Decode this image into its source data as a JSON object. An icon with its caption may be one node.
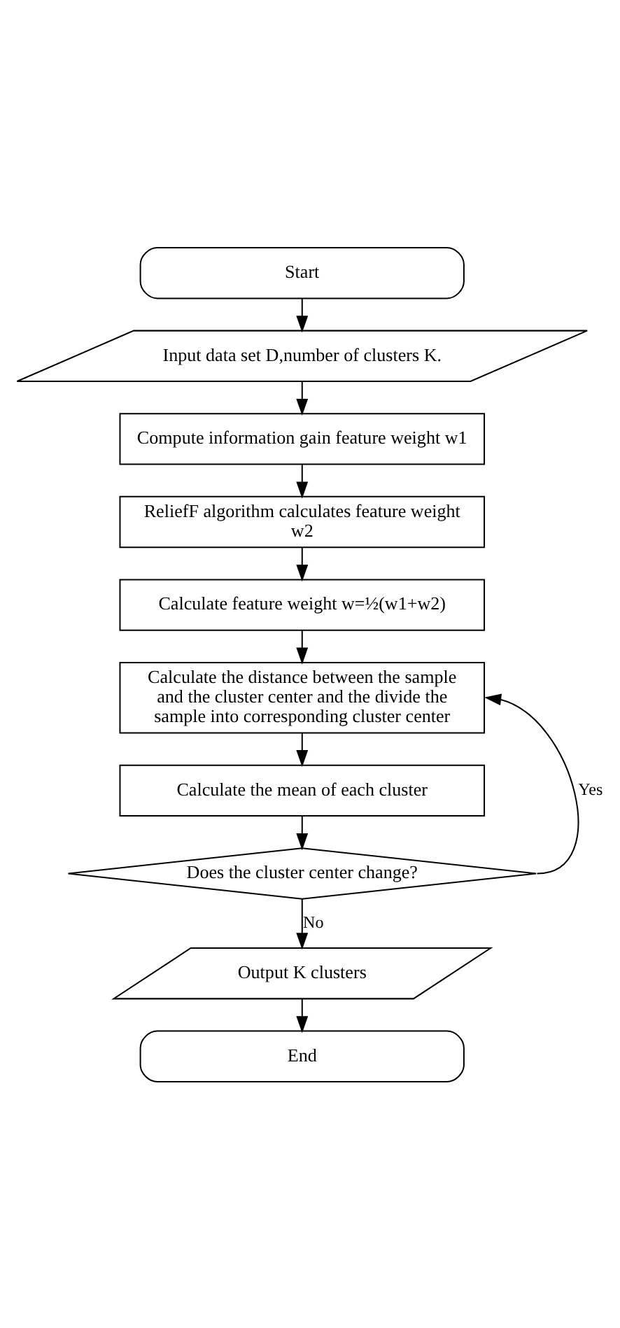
{
  "diagram": {
    "nodes": [
      {
        "text": [
          "Start"
        ]
      },
      {
        "text": [
          "Input data set D,number of clusters K."
        ]
      },
      {
        "text": [
          "Compute information gain feature weight w1"
        ]
      },
      {
        "text": [
          "ReliefF algorithm calculates feature weight w2"
        ]
      },
      {
        "text": [
          "Calculate feature weight w=½(w1+w2)"
        ]
      },
      {
        "text": [
          "Calculate the distance between the sample and the cluster center and the divide the sample into corresponding cluster center"
        ]
      },
      {
        "text": [
          "Calculate the mean of each cluster"
        ]
      },
      {
        "text": [
          "Does the cluster center change?"
        ]
      },
      {
        "text": [
          "Output K clusters"
        ]
      },
      {
        "text": [
          "End"
        ]
      }
    ],
    "edges": [
      {
        "from": 0,
        "to": 1,
        "arrow": "to"
      },
      {
        "from": 1,
        "to": 2,
        "arrow": "to"
      },
      {
        "from": 2,
        "to": 3,
        "arrow": "to"
      },
      {
        "from": 3,
        "to": 4,
        "arrow": "to"
      },
      {
        "from": 4,
        "to": 5,
        "arrow": "to"
      },
      {
        "from": 5,
        "to": 6,
        "arrow": "to"
      },
      {
        "from": 6,
        "to": 7,
        "arrow": "to"
      },
      {
        "from": 7,
        "to": 8,
        "arrow": "to",
        "label": "No"
      },
      {
        "from": 8,
        "to": 9,
        "arrow": "to"
      },
      {
        "from": 7,
        "to": 5,
        "arrow": "to",
        "label": "Yes"
      }
    ]
  }
}
